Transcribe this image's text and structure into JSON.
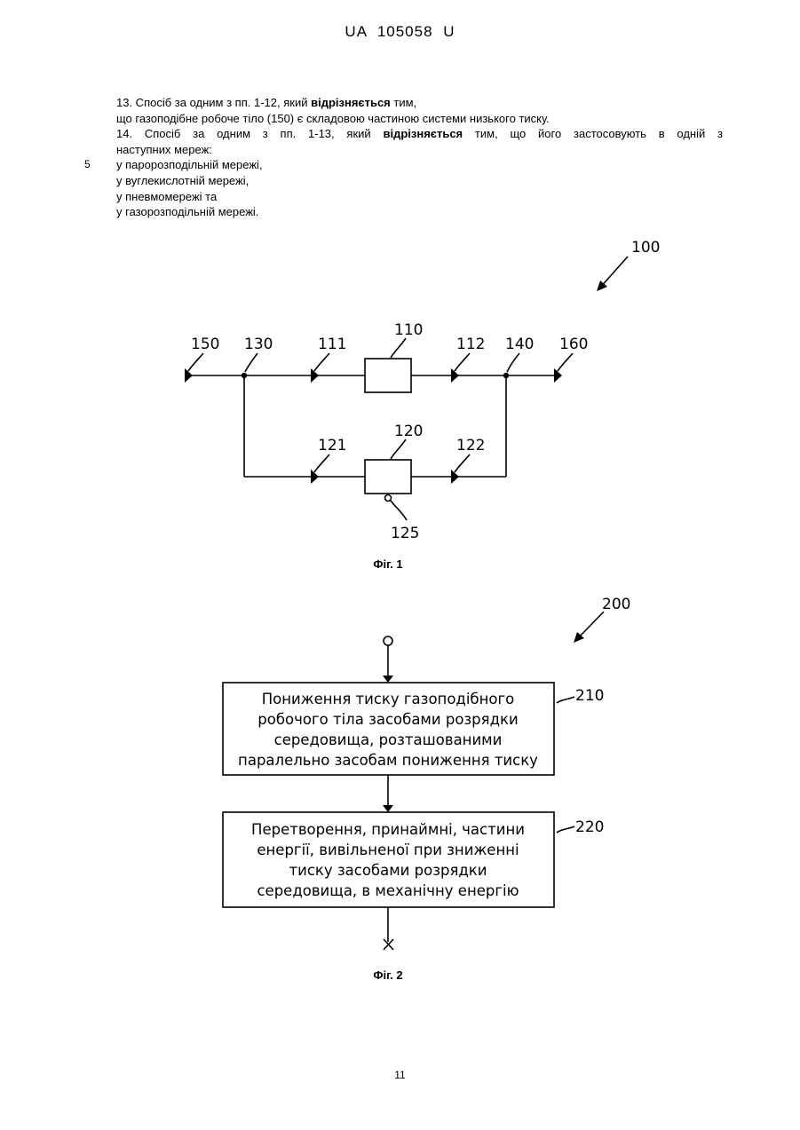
{
  "header": {
    "patent_id": "UA   105058   U"
  },
  "claims": {
    "claim13_start": "13. Спосіб за одним з пп. 1-12, який ",
    "claim13_bold": "відрізняється",
    "claim13_end": " тим,",
    "claim13_line2": "що газоподібне робоче тіло (150) є складовою частиною системи низького тиску.",
    "claim14_start": "14. Спосіб за одним з пп. 1-13, який ",
    "claim14_bold": "відрізняється",
    "claim14_end": " тим, що його застосовують в одній з",
    "claim14_line2": "наступних мереж:",
    "item1": "у паророзподільній мережі,",
    "item2": "у вуглекислотній мережі,",
    "item3": "у пневмомережі та",
    "item4": "у газорозподільній мережі.",
    "line_number": "5"
  },
  "fig1": {
    "ref_main": "100",
    "ref_150": "150",
    "ref_130": "130",
    "ref_111": "111",
    "ref_110": "110",
    "ref_112": "112",
    "ref_140": "140",
    "ref_160": "160",
    "ref_121": "121",
    "ref_120": "120",
    "ref_122": "122",
    "ref_125": "125",
    "caption": "Фіг. 1"
  },
  "fig2": {
    "ref_main": "200",
    "step1": {
      "ref": "210",
      "lines": [
        "Пониження тиску газоподібного",
        "робочого тіла засобами розрядки",
        "середовища, розташованими",
        "паралельно засобам пониження тиску"
      ]
    },
    "step2": {
      "ref": "220",
      "lines": [
        "Перетворення, принаймні, частини",
        "енергії, вивільненої при зниженні",
        "тиску засобами розрядки",
        "середовища, в механічну енергію"
      ]
    },
    "caption": "Фіг. 2"
  },
  "page_number": "11"
}
